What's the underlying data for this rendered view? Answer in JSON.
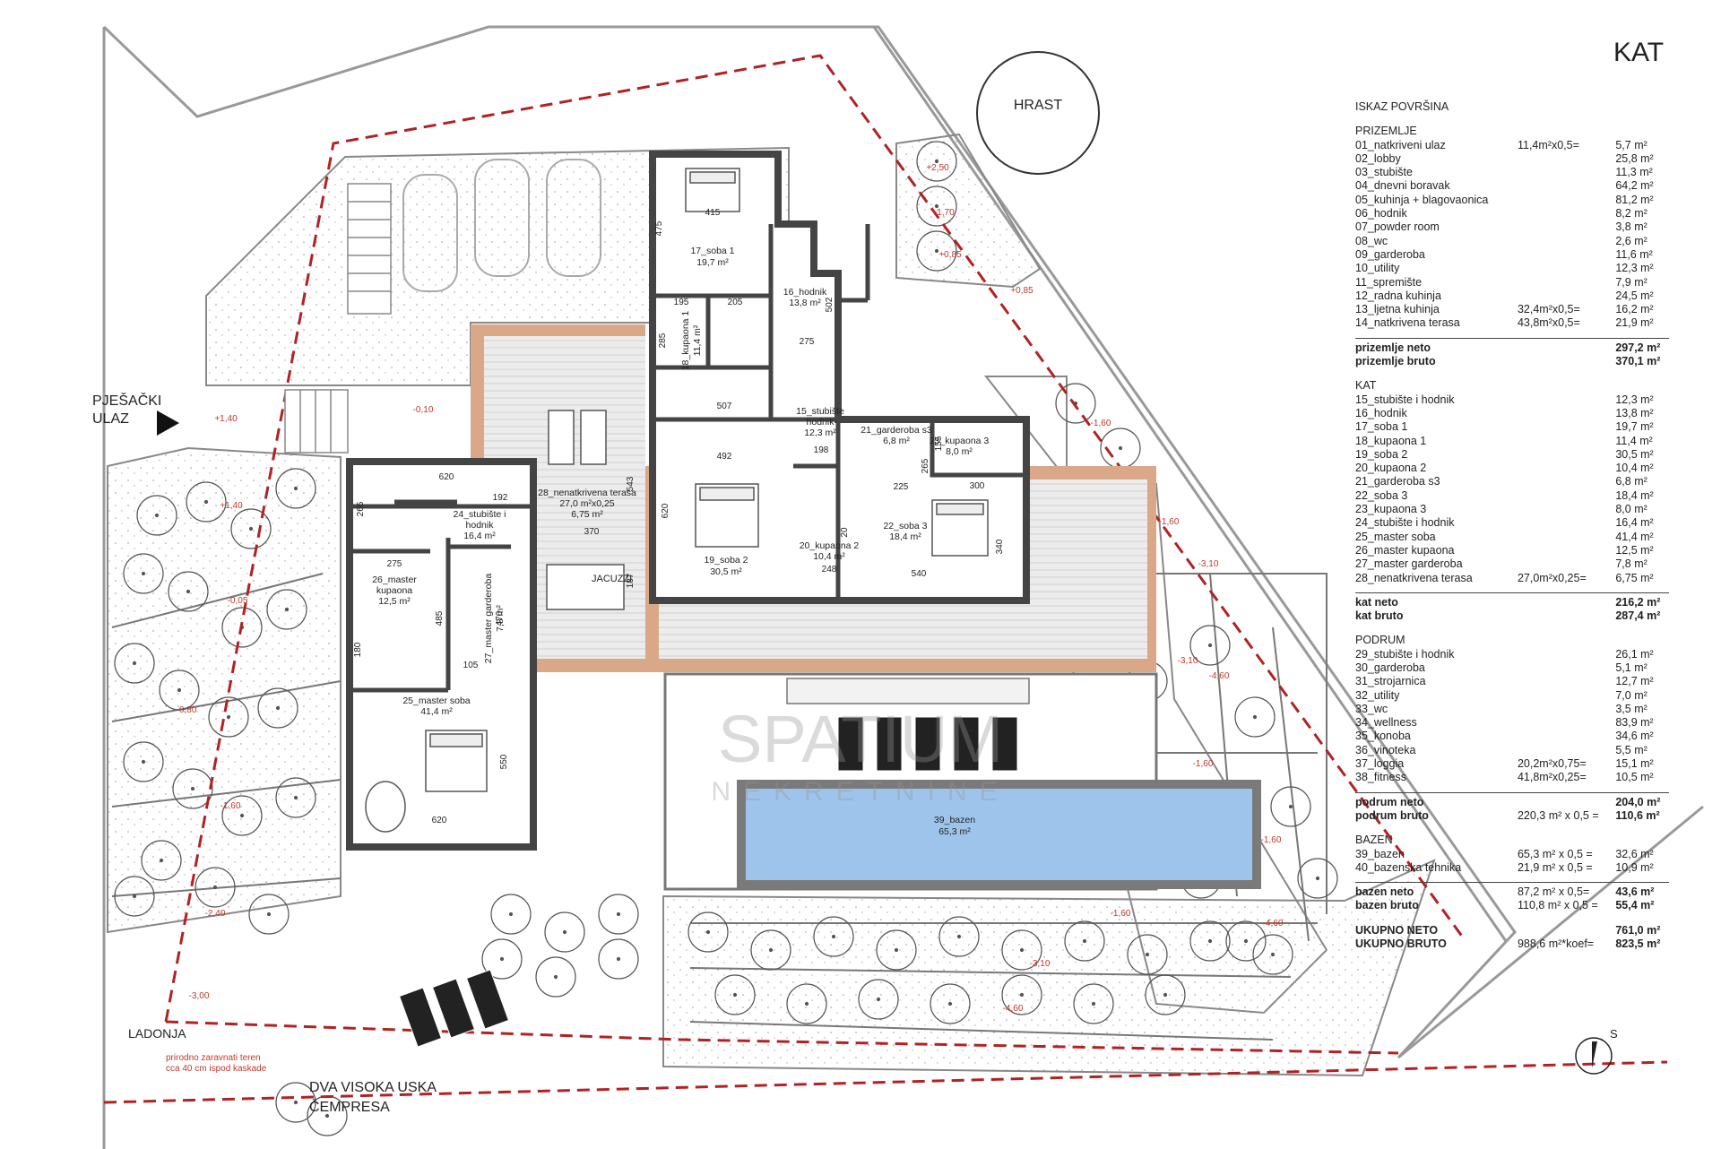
{
  "title": "KAT",
  "legend": {
    "heading": "ISKAZ POVRŠINA",
    "prizemlje": {
      "label": "PRIZEMLJE",
      "rows": [
        {
          "n": "01_natkriveni ulaz",
          "f": "11,4m²x0,5=",
          "v": "5,7 m²"
        },
        {
          "n": "02_lobby",
          "f": "",
          "v": "25,8 m²"
        },
        {
          "n": "03_stubište",
          "f": "",
          "v": "11,3 m²"
        },
        {
          "n": "04_dnevni boravak",
          "f": "",
          "v": "64,2 m²"
        },
        {
          "n": "05_kuhinja + blagovaonica",
          "f": "",
          "v": "81,2 m²"
        },
        {
          "n": "06_hodnik",
          "f": "",
          "v": "8,2 m²"
        },
        {
          "n": "07_powder room",
          "f": "",
          "v": "3,8 m²"
        },
        {
          "n": "08_wc",
          "f": "",
          "v": "2,6 m²"
        },
        {
          "n": "09_garderoba",
          "f": "",
          "v": "11,6 m²"
        },
        {
          "n": "10_utility",
          "f": "",
          "v": "12,3 m²"
        },
        {
          "n": "11_spremište",
          "f": "",
          "v": "7,9 m²"
        },
        {
          "n": "12_radna kuhinja",
          "f": "",
          "v": "24,5 m²"
        },
        {
          "n": "13_ljetna kuhinja",
          "f": "32,4m²x0,5=",
          "v": "16,2 m²"
        },
        {
          "n": "14_natkrivena terasa",
          "f": "43,8m²x0,5=",
          "v": "21,9 m²"
        }
      ],
      "totals": [
        {
          "n": "prizemlje neto",
          "f": "",
          "v": "297,2 m²"
        },
        {
          "n": "prizemlje bruto",
          "f": "",
          "v": "370,1 m²"
        }
      ]
    },
    "kat": {
      "label": "KAT",
      "rows": [
        {
          "n": "15_stubište i hodnik",
          "f": "",
          "v": "12,3 m²"
        },
        {
          "n": "16_hodnik",
          "f": "",
          "v": "13,8 m²"
        },
        {
          "n": "17_soba 1",
          "f": "",
          "v": "19,7 m²"
        },
        {
          "n": "18_kupaona 1",
          "f": "",
          "v": "11,4 m²"
        },
        {
          "n": "19_soba 2",
          "f": "",
          "v": "30,5 m²"
        },
        {
          "n": "20_kupaona 2",
          "f": "",
          "v": "10,4 m²"
        },
        {
          "n": "21_garderoba s3",
          "f": "",
          "v": "6,8 m²"
        },
        {
          "n": "22_soba 3",
          "f": "",
          "v": "18,4 m²"
        },
        {
          "n": "23_kupaona 3",
          "f": "",
          "v": "8,0 m²"
        },
        {
          "n": "24_stubište i hodnik",
          "f": "",
          "v": "16,4 m²"
        },
        {
          "n": "25_master soba",
          "f": "",
          "v": "41,4 m²"
        },
        {
          "n": "26_master kupaona",
          "f": "",
          "v": "12,5 m²"
        },
        {
          "n": "27_master garderoba",
          "f": "",
          "v": "7,8 m²"
        },
        {
          "n": "28_nenatkrivena terasa",
          "f": "27,0m²x0,25=",
          "v": "6,75 m²"
        }
      ],
      "totals": [
        {
          "n": "kat neto",
          "f": "",
          "v": "216,2 m²"
        },
        {
          "n": "kat bruto",
          "f": "",
          "v": "287,4 m²"
        }
      ]
    },
    "podrum": {
      "label": "PODRUM",
      "rows": [
        {
          "n": "29_stubište i hodnik",
          "f": "",
          "v": "26,1 m²"
        },
        {
          "n": "30_garderoba",
          "f": "",
          "v": "5,1 m²"
        },
        {
          "n": "31_strojarnica",
          "f": "",
          "v": "12,7 m²"
        },
        {
          "n": "32_utility",
          "f": "",
          "v": "7,0 m²"
        },
        {
          "n": "33_wc",
          "f": "",
          "v": "3,5 m²"
        },
        {
          "n": "34_wellness",
          "f": "",
          "v": "83,9 m²"
        },
        {
          "n": "35_konoba",
          "f": "",
          "v": "34,6 m²"
        },
        {
          "n": "36_vinoteka",
          "f": "",
          "v": "5,5 m²"
        },
        {
          "n": "37_loggia",
          "f": "20,2m²x0,75=",
          "v": "15,1 m²"
        },
        {
          "n": "38_fitness",
          "f": "41,8m²x0,25=",
          "v": "10,5 m²"
        }
      ],
      "totals": [
        {
          "n": "podrum neto",
          "f": "",
          "v": "204,0 m²"
        },
        {
          "n": "podrum bruto",
          "f": "220,3 m² x 0,5 =",
          "v": "110,6 m²"
        }
      ]
    },
    "bazen": {
      "label": "BAZEN",
      "rows": [
        {
          "n": "39_bazen",
          "f": "65,3 m² x 0,5 =",
          "v": "32,6 m²"
        },
        {
          "n": "40_bazenska tehnika",
          "f": "21,9 m² x 0,5 =",
          "v": "10,9 m²"
        }
      ],
      "totals": [
        {
          "n": "bazen neto",
          "f": "87,2 m² x 0,5=",
          "v": "43,6 m²"
        },
        {
          "n": "bazen bruto",
          "f": "110,8 m² x 0,5 =",
          "v": "55,4 m²"
        }
      ]
    },
    "ukupno": [
      {
        "n": "UKUPNO NETO",
        "f": "",
        "v": "761,0 m²"
      },
      {
        "n": "UKUPNO BRUTO",
        "f": "988,6 m²*koef=",
        "v": "823,5 m²"
      }
    ]
  },
  "plan": {
    "hrast": "HRAST",
    "entry_1": "PJEŠAČKI",
    "entry_2": "ULAZ",
    "ladonja": "LADONJA",
    "note_1": "prirodno zaravnati teren",
    "note_2": "cca 40 cm ispod kaskade",
    "cypress_1": "DVA VISOKA USKA",
    "cypress_2": "ČEMPRESA",
    "jacuzzi": "JACUZZI",
    "north": "S",
    "rooms": {
      "r17": {
        "name": "17_soba 1",
        "area": "19,7 m²"
      },
      "r16": {
        "name": "16_hodnik",
        "area": "13,8 m²"
      },
      "r18": {
        "name": "18_kupaona 1",
        "area": "11,4 m²"
      },
      "r15": {
        "name": "15_stubište",
        "name2": "hodnik",
        "area": "12,3 m²"
      },
      "r21": {
        "name": "21_garderoba s3",
        "area": "6,8 m²"
      },
      "r23": {
        "name": "23_kupaona 3",
        "area": "8,0 m²"
      },
      "r28": {
        "name": "28_nenatkrivena terasa",
        "calc": "27,0 m²x0,25",
        "area": "6,75 m²"
      },
      "r24": {
        "name": "24_stubište i",
        "name2": "hodnik",
        "area": "16,4 m²"
      },
      "r19": {
        "name": "19_soba 2",
        "area": "30,5 m²"
      },
      "r20": {
        "name": "20_kupaona 2",
        "area": "10,4 m²"
      },
      "r22": {
        "name": "22_soba 3",
        "area": "18,4 m²"
      },
      "r26": {
        "name": "26_master",
        "name2": "kupaona",
        "area": "12,5 m²"
      },
      "r27": {
        "name": "27_master garderoba",
        "area": "7,8 m²"
      },
      "r25": {
        "name": "25_master soba",
        "area": "41,4 m²"
      },
      "r39": {
        "name": "39_bazen",
        "area": "65,3 m²"
      }
    },
    "dims": [
      "415",
      "475",
      "195",
      "205",
      "285",
      "502",
      "275",
      "507",
      "492",
      "198",
      "155",
      "265",
      "225",
      "300",
      "620",
      "543",
      "370",
      "192",
      "620",
      "265",
      "187",
      "275",
      "485",
      "180",
      "470",
      "105",
      "550",
      "620",
      "248",
      "20",
      "540",
      "340"
    ],
    "levels": [
      "+2,50",
      "+1,70",
      "+0,85",
      "+0,85",
      "+1,40",
      "+1,40",
      "-0,10",
      "-1,60",
      "-1,60",
      "-3,10",
      "-3,10",
      "-4,60",
      "-1,60",
      "-1,60",
      "-1,60",
      "-0,05",
      "-0,80",
      "-1,60",
      "-2,40",
      "-3,00",
      "-3,10",
      "-4,60",
      "-4,60"
    ],
    "watermark_1": "SPATIUM",
    "watermark_2": "NEKRETNINE"
  }
}
